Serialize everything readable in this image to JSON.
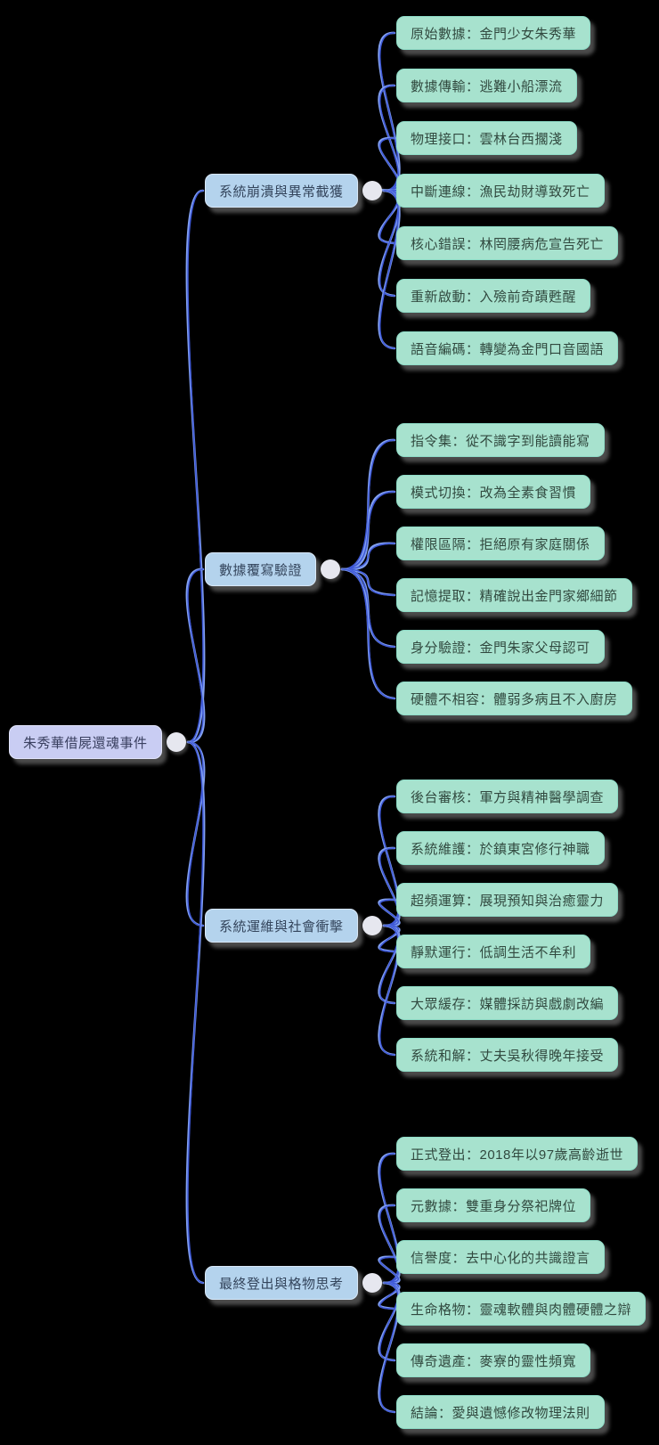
{
  "ui": {
    "collapse_icon": "<"
  },
  "colors": {
    "background": "#000000",
    "root_fill": "#c9cdf3",
    "branch_fill": "#b4d3ed",
    "leaf_fill": "#a7e2ce",
    "edge_dark": "#3e58d6",
    "edge_light": "#82a0f0"
  },
  "root": {
    "label": "朱秀華借屍還魂事件"
  },
  "branches": [
    {
      "label": "系統崩潰與異常截獲",
      "children": [
        "原始數據：金門少女朱秀華",
        "數據傳輸：逃難小船漂流",
        "物理接口：雲林台西擱淺",
        "中斷連線：漁民劫財導致死亡",
        "核心錯誤：林罔腰病危宣告死亡",
        "重新啟動：入殮前奇蹟甦醒",
        "語音編碼：轉變為金門口音國語"
      ]
    },
    {
      "label": "數據覆寫驗證",
      "children": [
        "指令集：從不識字到能讀能寫",
        "模式切換：改為全素食習慣",
        "權限區隔：拒絕原有家庭關係",
        "記憶提取：精確說出金門家鄉細節",
        "身分驗證：金門朱家父母認可",
        "硬體不相容：體弱多病且不入廚房"
      ]
    },
    {
      "label": "系統運維與社會衝擊",
      "children": [
        "後台審核：軍方與精神醫學調查",
        "系統維護：於鎮東宮修行神職",
        "超頻運算：展現預知與治癒靈力",
        "靜默運行：低調生活不牟利",
        "大眾緩存：媒體採訪與戲劇改編",
        "系統和解：丈夫吳秋得晚年接受"
      ]
    },
    {
      "label": "最終登出與格物思考",
      "children": [
        "正式登出：2018年以97歲高齡逝世",
        "元數據：雙重身分祭祀牌位",
        "信譽度：去中心化的共識證言",
        "生命格物：靈魂軟體與肉體硬體之辯",
        "傳奇遺產：麥寮的靈性頻寬",
        "結論：愛與遺憾修改物理法則"
      ]
    }
  ]
}
